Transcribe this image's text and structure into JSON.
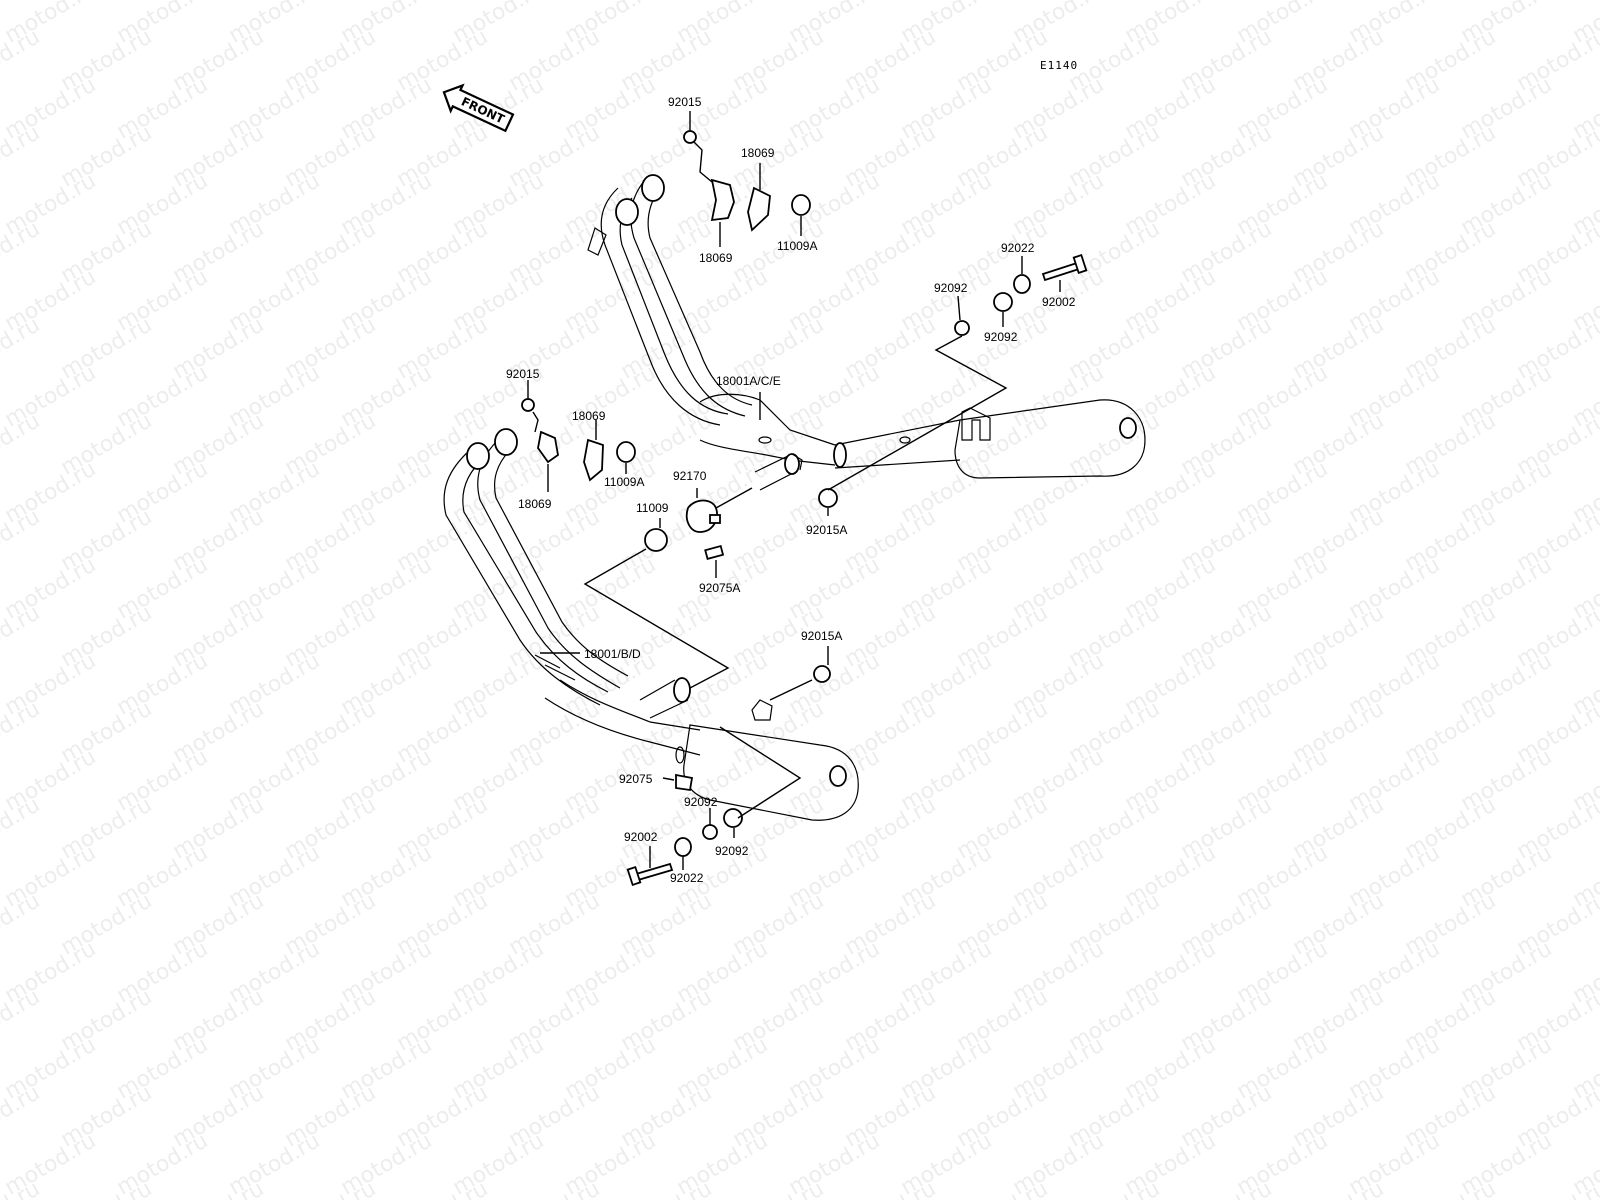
{
  "diagram_code": "E1140",
  "front_arrow_label": "FRONT",
  "watermark_text": "motod.ru",
  "labels": {
    "n92015_top": "92015",
    "n18069_top_right": "18069",
    "n18069_top_left": "18069",
    "n11009A_top": "11009A",
    "n92022_right": "92022",
    "n92092_right_upper": "92092",
    "n92002_right": "92002",
    "n92092_right_lower": "92092",
    "n18001ACE": "18001A/C/E",
    "n92015_left": "92015",
    "n18069_left_upper": "18069",
    "n18069_left_lower": "18069",
    "n11009A_left": "11009A",
    "n92170": "92170",
    "n11009": "11009",
    "n92015A_upper": "92015A",
    "n92075A": "92075A",
    "n92015A_lower": "92015A",
    "n18001BD": "18001/B/D",
    "n92075": "92075",
    "n92092_lower_a": "92092",
    "n92092_lower_b": "92092",
    "n92002_lower": "92002",
    "n92022_lower": "92022"
  }
}
